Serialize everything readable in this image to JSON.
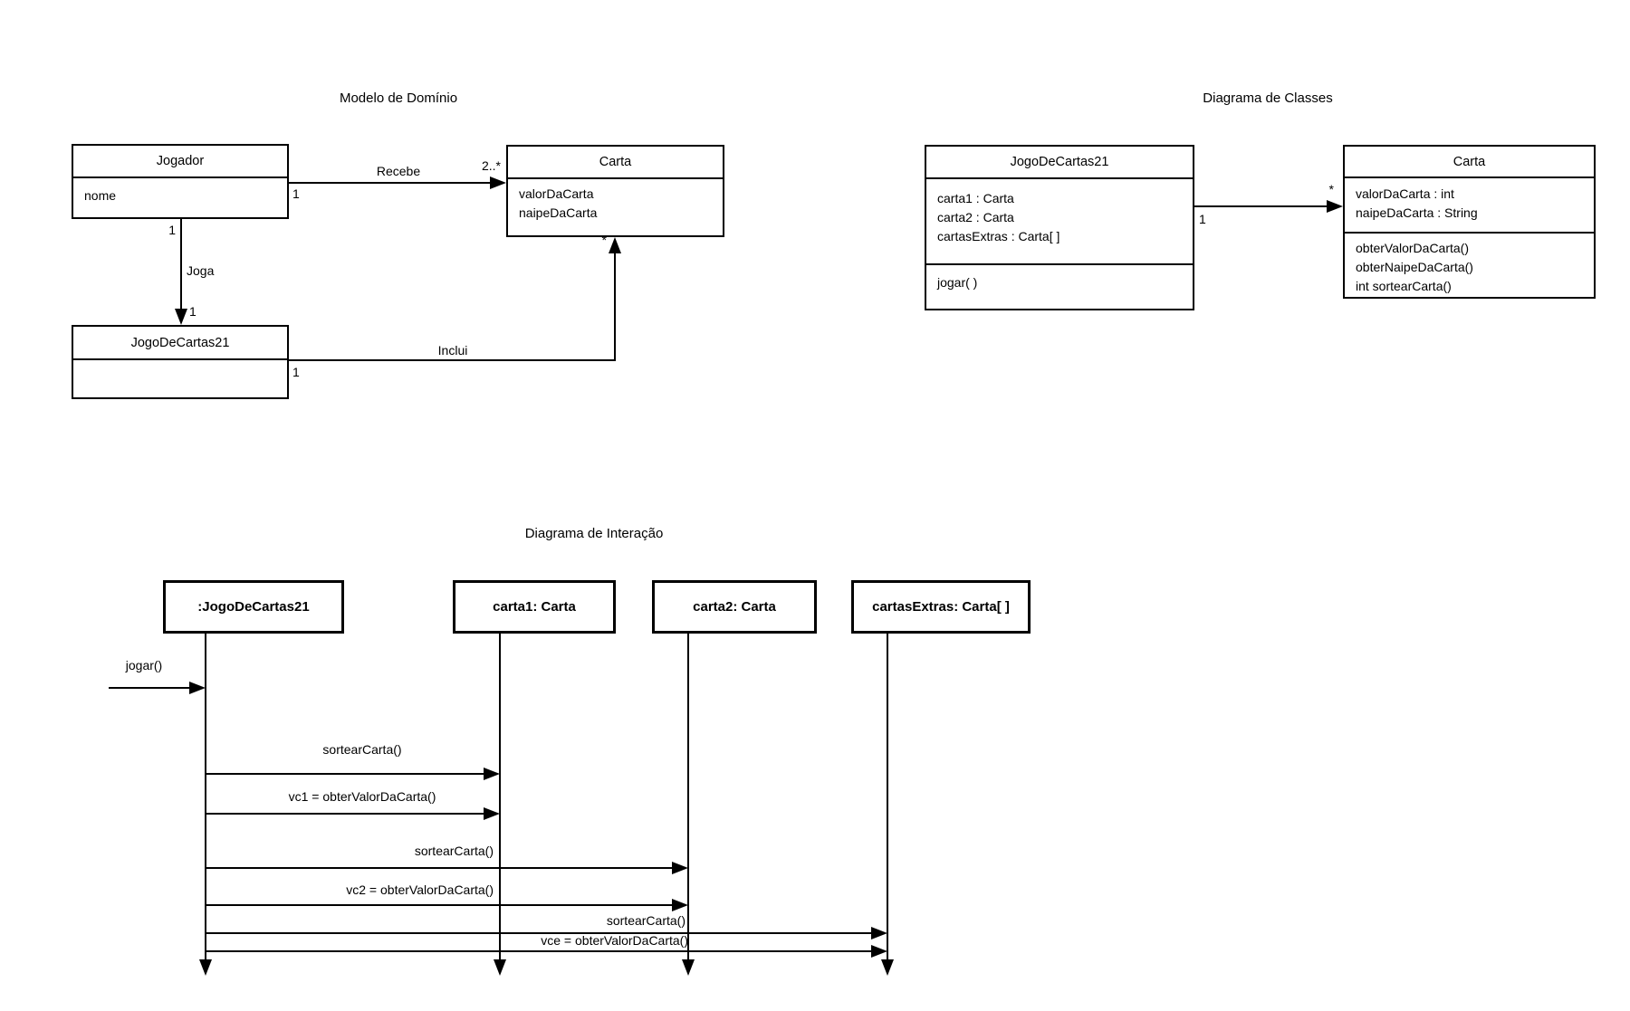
{
  "colors": {
    "stroke": "#000000",
    "background": "#ffffff"
  },
  "domain": {
    "title": "Modelo de Domínio",
    "jogador": {
      "name": "Jogador",
      "attrs": [
        "nome"
      ]
    },
    "carta": {
      "name": "Carta",
      "attrs": [
        "valorDaCarta",
        "naipeDaCarta"
      ]
    },
    "jogo": {
      "name": "JogoDeCartas21"
    },
    "recebe": {
      "label": "Recebe",
      "source_mult": "1",
      "target_mult": "2..*"
    },
    "joga": {
      "label": "Joga",
      "source_mult": "1",
      "target_mult": "1"
    },
    "inclui": {
      "label": "Inclui",
      "source_mult": "1",
      "target_mult": "*"
    }
  },
  "classes": {
    "title": "Diagrama de Classes",
    "jogo": {
      "name": "JogoDeCartas21",
      "attrs": [
        "carta1 : Carta",
        "carta2 : Carta",
        "cartasExtras : Carta[ ]"
      ],
      "ops": [
        "jogar( )"
      ]
    },
    "carta": {
      "name": "Carta",
      "attrs": [
        "valorDaCarta : int",
        "naipeDaCarta : String"
      ],
      "ops": [
        "obterValorDaCarta()",
        "obterNaipeDaCarta()",
        "int sortearCarta()"
      ]
    },
    "assoc": {
      "source_mult": "1",
      "target_mult": "*"
    }
  },
  "interaction": {
    "title": "Diagrama de Interação",
    "lifelines": [
      ":JogoDeCartas21",
      "carta1: Carta",
      "carta2: Carta",
      "cartasExtras: Carta[ ]"
    ],
    "messages": [
      "jogar()",
      "sortearCarta()",
      "vc1 = obterValorDaCarta()",
      "sortearCarta()",
      "vc2 = obterValorDaCarta()",
      "sortearCarta()",
      "vce = obterValorDaCarta()"
    ]
  }
}
